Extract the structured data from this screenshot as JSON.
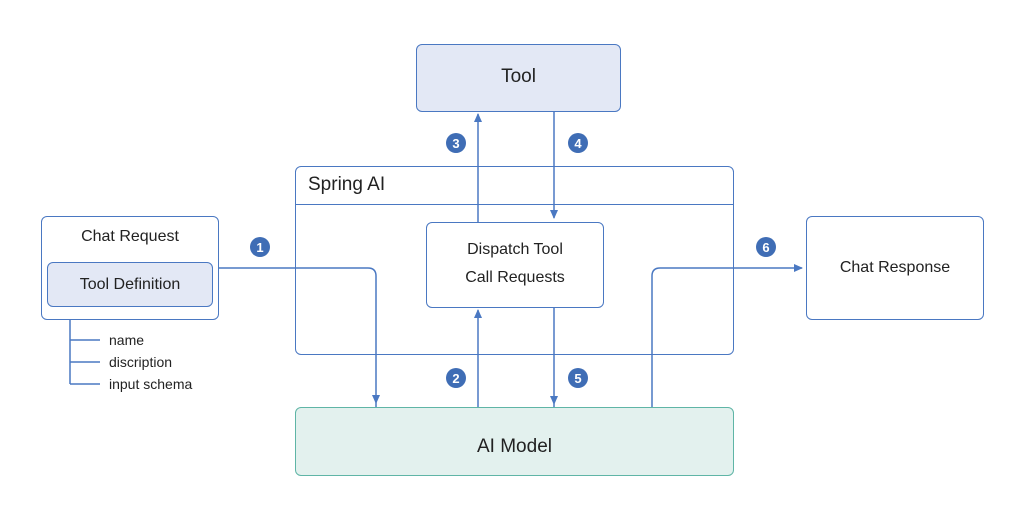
{
  "tool": {
    "label": "Tool"
  },
  "spring_ai": {
    "label": "Spring AI"
  },
  "dispatch": {
    "line1": "Dispatch Tool",
    "line2": "Call Requests"
  },
  "chat_request": {
    "label": "Chat Request"
  },
  "tool_definition": {
    "label": "Tool Definition",
    "fields": [
      "name",
      "discription",
      "input schema"
    ]
  },
  "chat_response": {
    "label": "Chat Response"
  },
  "ai_model": {
    "label": "AI Model"
  },
  "steps": [
    "1",
    "2",
    "3",
    "4",
    "5",
    "6"
  ],
  "colors": {
    "accent": "#4a78c2",
    "badge": "#3f6db5",
    "tool_fill": "#e3e8f5",
    "model_fill": "#e3f1ee",
    "model_border": "#5fb5a6"
  }
}
